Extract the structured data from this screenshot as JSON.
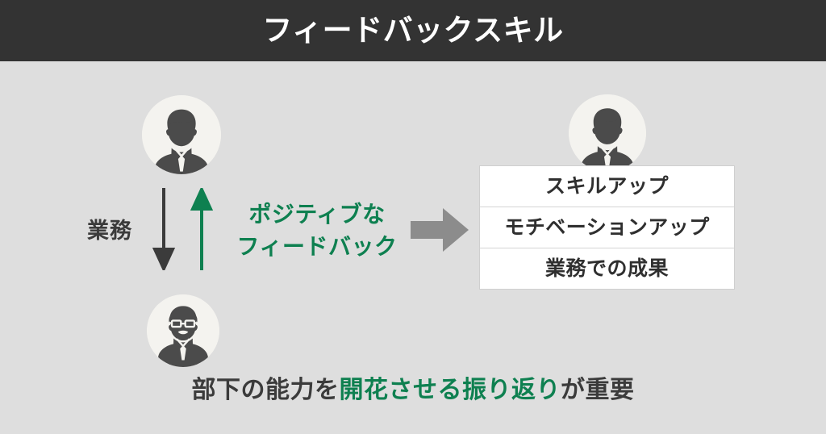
{
  "header": {
    "title": "フィードバックスキル"
  },
  "diagram": {
    "work_label": "業務",
    "feedback_label": {
      "line1": "ポジティブな",
      "line2": "フィードバック"
    },
    "down_arrow_name": "work-assignment-down-arrow",
    "up_arrow_name": "positive-feedback-up-arrow",
    "flow_arrow_name": "result-flow-right-arrow",
    "avatars": [
      {
        "id": "manager-top",
        "role_icon": "businessman-avatar-icon"
      },
      {
        "id": "subordinate-bottom",
        "role_icon": "businessman-with-glasses-avatar-icon"
      },
      {
        "id": "manager-right",
        "role_icon": "businessman-avatar-icon"
      }
    ],
    "outcomes": [
      "スキルアップ",
      "モチベーションアップ",
      "業務での成果"
    ]
  },
  "caption": {
    "prefix": "部下の能力を",
    "highlight": "開花させる振り返り",
    "suffix": "が重要"
  },
  "colors": {
    "header_bg": "#333333",
    "page_bg": "#dedede",
    "accent_green": "#0e8050",
    "dark_text": "#3b3b3b",
    "arrow_gray": "#8c8c8c",
    "avatar_circle": "#f4f3ef",
    "card_bg": "#ffffff"
  }
}
